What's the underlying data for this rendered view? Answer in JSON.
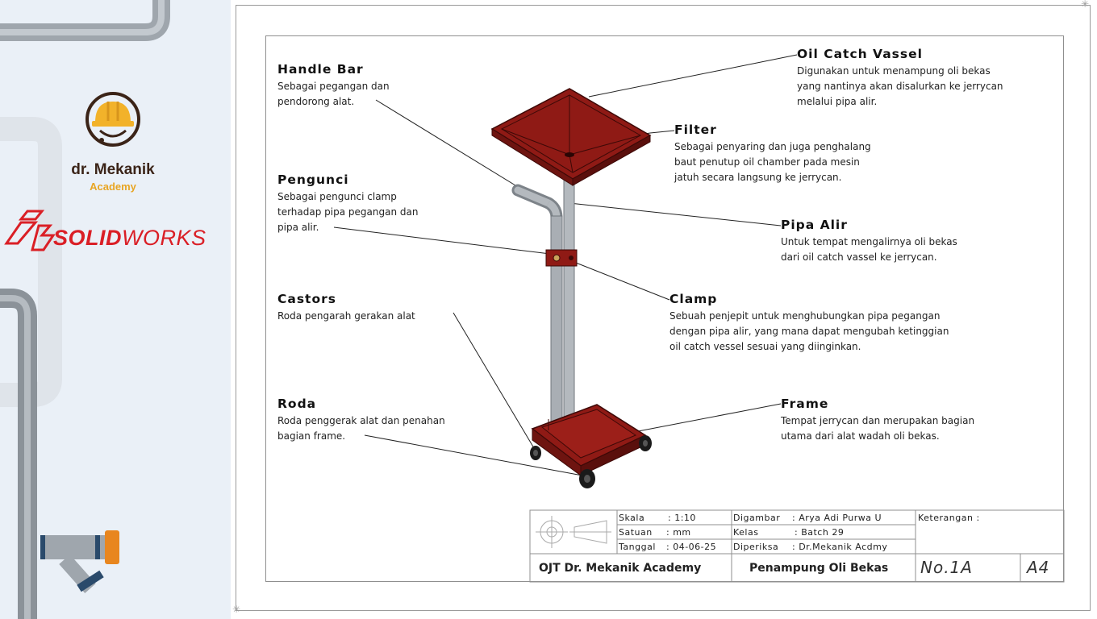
{
  "branding": {
    "academy_name": "dr. Mekanik",
    "academy_sub": "Academy",
    "software_name_bold": "SOLID",
    "software_name_rest": "WORKS"
  },
  "callouts": [
    {
      "id": "oil-catch-vassel",
      "title": "Oil Catch Vassel",
      "lines": [
        "Digunakan untuk menampung oli bekas",
        "yang nantinya akan disalurkan ke jerrycan",
        "melalui pipa alir."
      ]
    },
    {
      "id": "handle-bar",
      "title": "Handle Bar",
      "lines": [
        "Sebagai pegangan dan",
        "pendorong alat."
      ]
    },
    {
      "id": "filter",
      "title": "Filter",
      "lines": [
        "Sebagai penyaring dan juga penghalang",
        "baut penutup oil chamber pada mesin",
        "jatuh secara langsung ke jerrycan."
      ]
    },
    {
      "id": "pengunci",
      "title": "Pengunci",
      "lines": [
        "Sebagai pengunci clamp",
        "terhadap pipa pegangan dan",
        "pipa alir."
      ]
    },
    {
      "id": "pipa-alir",
      "title": "Pipa Alir",
      "lines": [
        "Untuk tempat mengalirnya oli bekas",
        "dari oil catch vassel ke jerrycan."
      ]
    },
    {
      "id": "castors",
      "title": "Castors",
      "lines": [
        "Roda pengarah gerakan alat"
      ]
    },
    {
      "id": "clamp",
      "title": "Clamp",
      "lines": [
        "Sebuah penjepit untuk menghubungkan pipa pegangan",
        "dengan pipa alir, yang mana dapat mengubah ketinggian",
        "oil catch vessel sesuai yang diinginkan."
      ]
    },
    {
      "id": "roda",
      "title": "Roda",
      "lines": [
        "Roda penggerak alat dan penahan",
        "bagian frame."
      ]
    },
    {
      "id": "frame",
      "title": "Frame",
      "lines": [
        "Tempat jerrycan dan merupakan bagian",
        "utama dari alat wadah oli bekas."
      ]
    }
  ],
  "title_block": {
    "skala_label": "Skala",
    "skala_value": ": 1:10",
    "satuan_label": "Satuan",
    "satuan_value": ": mm",
    "tanggal_label": "Tanggal",
    "tanggal_value": ": 04-06-25",
    "digambar_label": "Digambar",
    "digambar_value": ": Arya Adi Purwa U",
    "kelas_label": "Kelas",
    "kelas_value": ": Batch 29",
    "diperiksa_label": "Diperiksa",
    "diperiksa_value": ": Dr.Mekanik Acdmy",
    "keterangan_label": "Keterangan :",
    "organization": "OJT Dr. Mekanik Academy",
    "drawing_title": "Penampung Oli Bekas",
    "drawing_number": "No.1A",
    "sheet_size": "A4"
  },
  "colors": {
    "body_red": "#8f1a15",
    "pipe_gray": "#a9aeb4",
    "brand_red": "#da1f26",
    "brand_brown": "#3b2418",
    "brand_gold": "#e8a523"
  }
}
